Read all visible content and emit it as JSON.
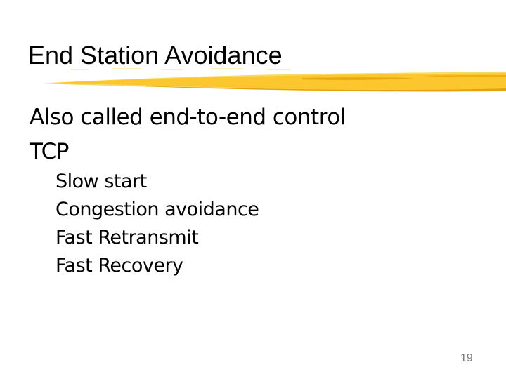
{
  "slide": {
    "title": "End Station Avoidance",
    "body": {
      "level1": [
        "Also called end-to-end control",
        "TCP"
      ],
      "level2": [
        "Slow start",
        "Congestion avoidance",
        "Fast Retransmit",
        "Fast Recovery"
      ]
    },
    "page_number": "19",
    "colors": {
      "background": "#ffffff",
      "text": "#000000",
      "page_number": "#7b7b7b",
      "brush_main": "#fcc72e",
      "brush_light": "#f8da67",
      "brush_dark": "#dd9e04"
    }
  }
}
